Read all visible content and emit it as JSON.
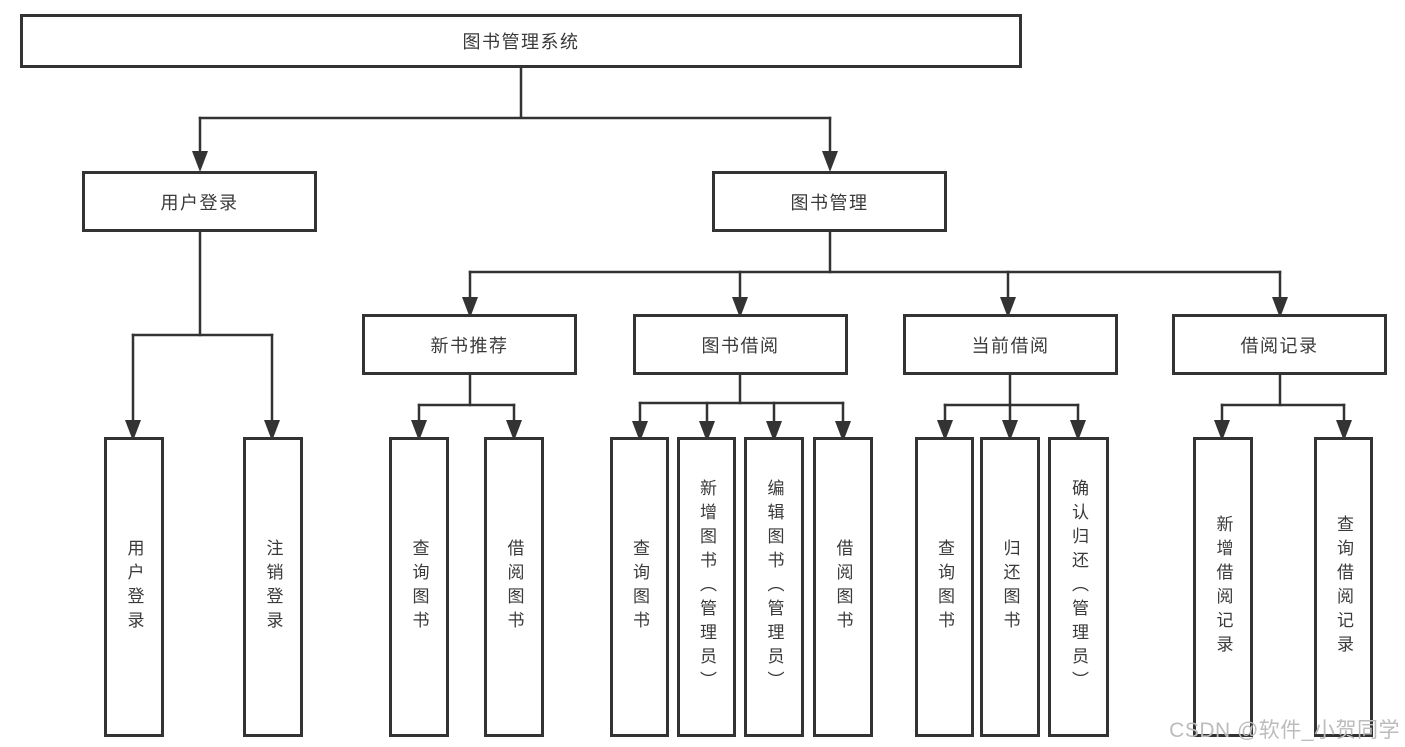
{
  "diagram": {
    "root": {
      "label": "图书管理系统"
    },
    "level1": [
      {
        "label": "用户登录",
        "children": [
          {
            "label": "用户登录"
          },
          {
            "label": "注销登录"
          }
        ]
      },
      {
        "label": "图书管理",
        "children": [
          {
            "label": "新书推荐",
            "children": [
              {
                "label": "查询图书"
              },
              {
                "label": "借阅图书"
              }
            ]
          },
          {
            "label": "图书借阅",
            "children": [
              {
                "label": "查询图书"
              },
              {
                "label": "新增图书（管理员）"
              },
              {
                "label": "编辑图书（管理员）"
              },
              {
                "label": "借阅图书"
              }
            ]
          },
          {
            "label": "当前借阅",
            "children": [
              {
                "label": "查询图书"
              },
              {
                "label": "归还图书"
              },
              {
                "label": "确认归还（管理员）"
              }
            ]
          },
          {
            "label": "借阅记录",
            "children": [
              {
                "label": "新增借阅记录"
              },
              {
                "label": "查询借阅记录"
              }
            ]
          }
        ]
      }
    ]
  },
  "watermark": "CSDN @软件_小贺同学",
  "colors": {
    "line": "#333333",
    "text": "#3a3a3a",
    "background": "#ffffff",
    "watermark": "#bcbcbc"
  }
}
